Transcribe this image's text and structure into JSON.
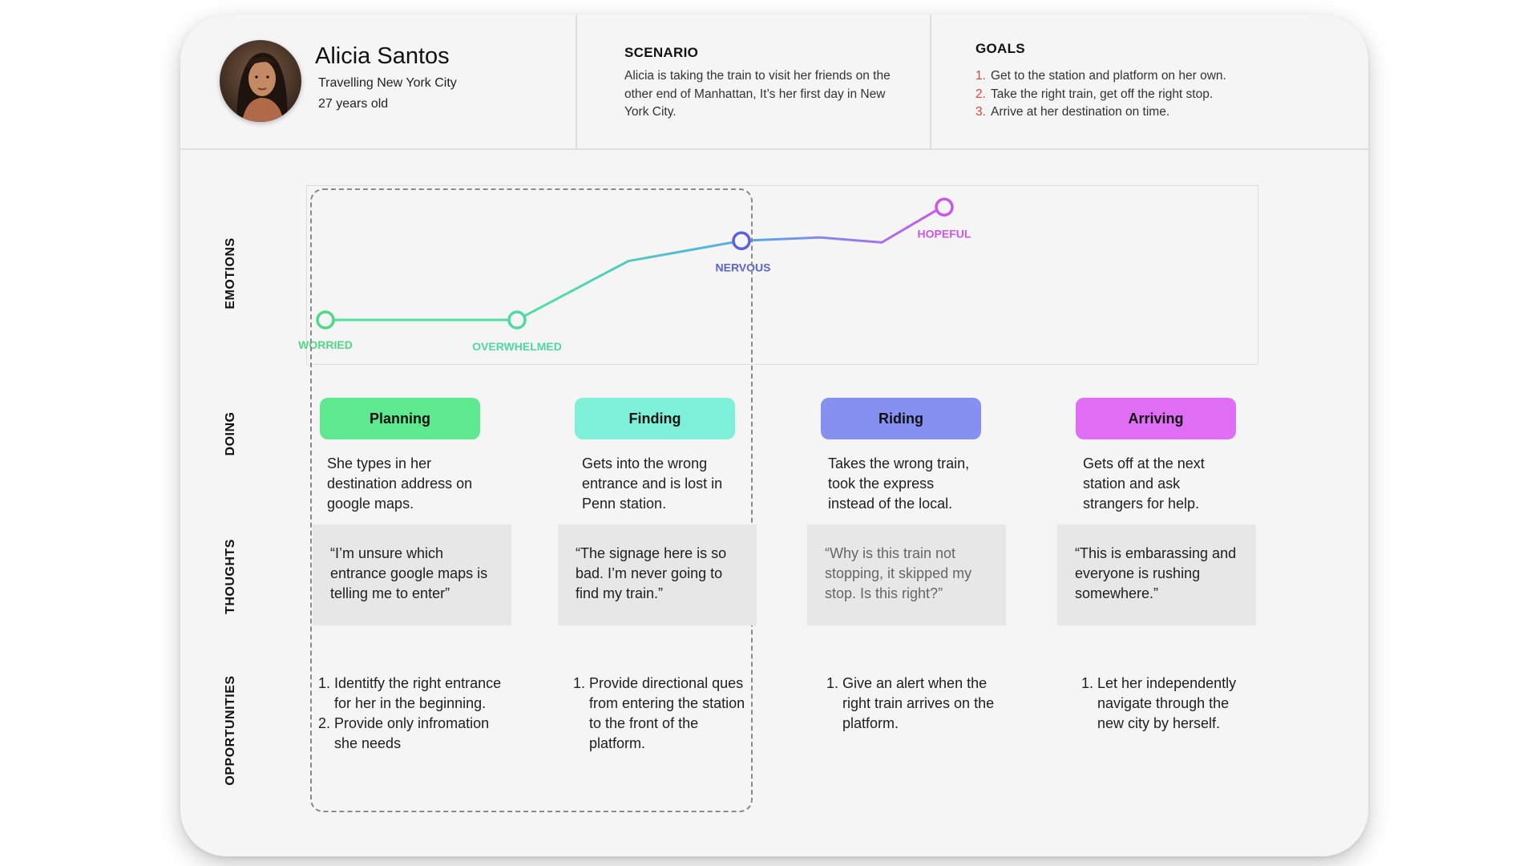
{
  "persona": {
    "name": "Alicia Santos",
    "location": "Travelling New York City",
    "age": "27 years old"
  },
  "scenario": {
    "title": "SCENARIO",
    "text": "Alicia is taking the train to visit her friends on the other end of Manhattan, It’s her first day in New York City."
  },
  "goals": {
    "title": "GOALS",
    "items": [
      {
        "num": "1.",
        "text": "Get to the station and platform on her own."
      },
      {
        "num": "2.",
        "text": "Take the right train, get off the right stop."
      },
      {
        "num": "3.",
        "text": "Arrive at her destination on time."
      }
    ]
  },
  "row_labels": {
    "emotions": "EMOTIONS",
    "doing": "DOING",
    "thoughts": "THOUGHTS",
    "opportunities": "OPPORTUNITIES"
  },
  "colors": {
    "planning": "#5ee88f",
    "finding": "#7ef0d8",
    "riding": "#8590f0",
    "arriving": "#e06ef5",
    "worried": "#4fd886",
    "overwhelmed": "#4fd8a6",
    "nervous": "#5b62e0",
    "hopeful": "#cc56e8",
    "line_start": "#4fe0a0",
    "line_mid": "#5aa6ec",
    "line_end": "#cc56e8"
  },
  "chart_data": {
    "type": "line",
    "points": [
      {
        "label": "WORRIED",
        "level": 0.2
      },
      {
        "label": "OVERWHELMED",
        "level": 0.2
      },
      {
        "label": "NERVOUS",
        "level": 0.67
      },
      {
        "label": "HOPEFUL",
        "level": 0.87
      }
    ],
    "intermediate_levels": [
      0.2,
      0.2,
      0.55,
      0.67,
      0.69,
      0.66,
      0.87
    ]
  },
  "stages": [
    {
      "label": "Planning",
      "doing": "She types in her destination address on google maps.",
      "thought": "“I’m unsure which entrance google maps is telling me to enter”",
      "opportunities": [
        {
          "num": "1.",
          "text": "Identitfy the right entrance for her in the beginning."
        },
        {
          "num": "2.",
          "text": "Provide only infromation she needs"
        }
      ]
    },
    {
      "label": "Finding",
      "doing": "Gets into the wrong entrance and is lost in Penn station.",
      "thought": "“The signage here is so bad. I’m never going to find my train.”",
      "opportunities": [
        {
          "num": "1.",
          "text": "Provide  directional ques from entering the station to the front of the platform."
        }
      ]
    },
    {
      "label": "Riding",
      "doing": "Takes the wrong train, took the express instead of the local.",
      "thought": "“Why is this train not stopping, it skipped my stop. Is this right?”",
      "opportunities": [
        {
          "num": "1.",
          "text": "Give an alert when the right train arrives on the platform."
        }
      ]
    },
    {
      "label": "Arriving",
      "doing": "Gets off at the next station and ask strangers for help.",
      "thought": "“This is embarassing and everyone is rushing somewhere.”",
      "opportunities": [
        {
          "num": "1.",
          "text": "Let her independently navigate through the new city by herself."
        }
      ]
    }
  ]
}
